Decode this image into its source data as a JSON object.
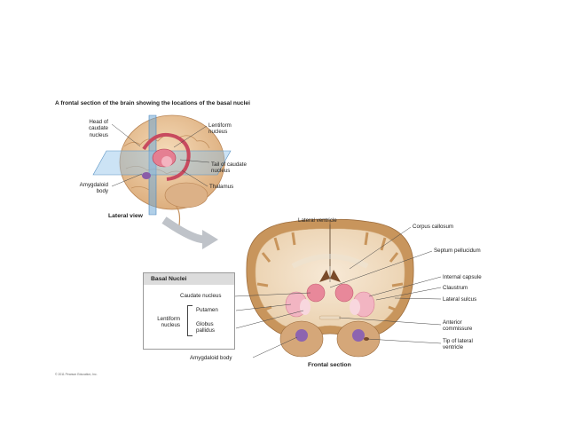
{
  "title": "A frontal section of the brain showing the locations of the basal nuclei",
  "labels": {
    "head_of_caudate": "Head of\ncaudate\nnucleus",
    "amygdaloid_body_left": "Amygdaloid\nbody",
    "lentiform_nucleus_top": "Lentiform\nnucleus",
    "tail_of_caudate": "Tail of caudate\nnucleus",
    "thalamus": "Thalamus",
    "lateral_view": "Lateral view",
    "lateral_ventricle": "Lateral ventricle",
    "corpus_callosum": "Corpus callosum",
    "septum_pellucidum": "Septum pellucidum",
    "internal_capsule": "Internal capsule",
    "claustrum": "Claustrum",
    "lateral_sulcus": "Lateral sulcus",
    "anterior_commissure": "Anterior\ncommissure",
    "tip_of_lateral_ventricle": "Tip of lateral\nventricle",
    "amygdaloid_body_bottom": "Amygdaloid body",
    "frontal_section": "Frontal section"
  },
  "legend": {
    "heading": "Basal Nuclei",
    "caudate": "Caudate nucleus",
    "putamen": "Putamen",
    "globus_pallidus": "Globus\npallidus",
    "lentiform": "Lentiform\nnucleus"
  },
  "copyright": "© 2011 Pearson Education, Inc."
}
